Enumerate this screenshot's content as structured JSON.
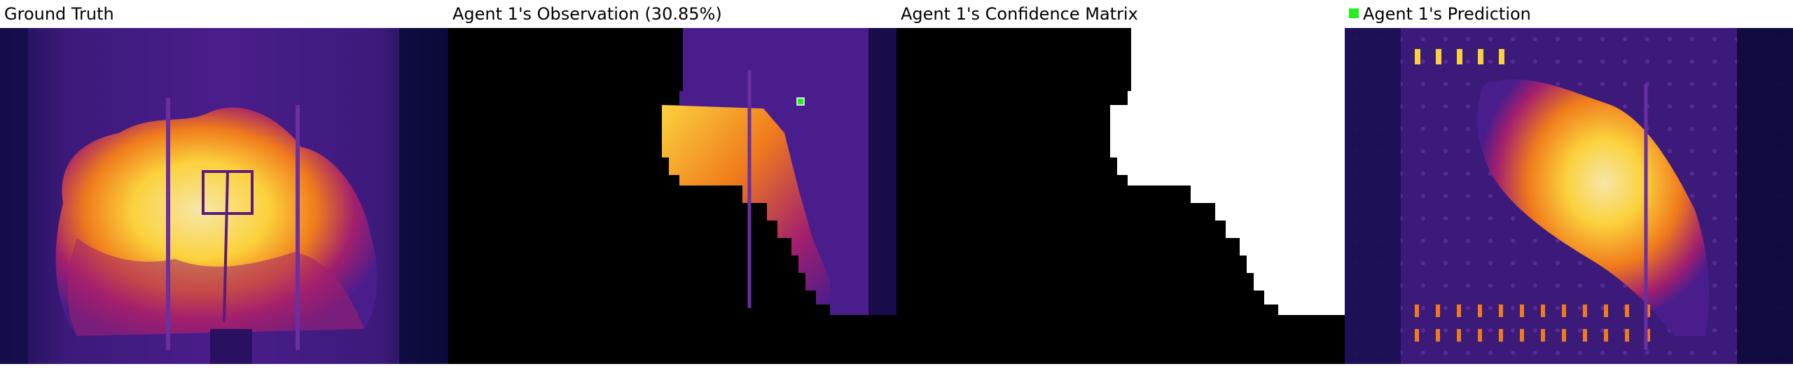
{
  "panels": {
    "ground_truth": {
      "title": "Ground Truth"
    },
    "observation": {
      "title": "Agent 1's Observation (30.85%)"
    },
    "confidence": {
      "title": "Agent 1's Confidence Matrix"
    },
    "prediction": {
      "title": "Agent 1's Prediction",
      "legend_color": "#22ee22"
    }
  },
  "colors": {
    "heat_dark": "#0b0a3a",
    "heat_purple": "#4a1d8c",
    "heat_magenta": "#a21f6e",
    "heat_orange": "#f07b1c",
    "heat_yellow": "#fbd23d",
    "heat_pale": "#f7e6a8",
    "mask_black": "#000000",
    "mask_white": "#ffffff",
    "agent_marker": "#22ee22"
  }
}
